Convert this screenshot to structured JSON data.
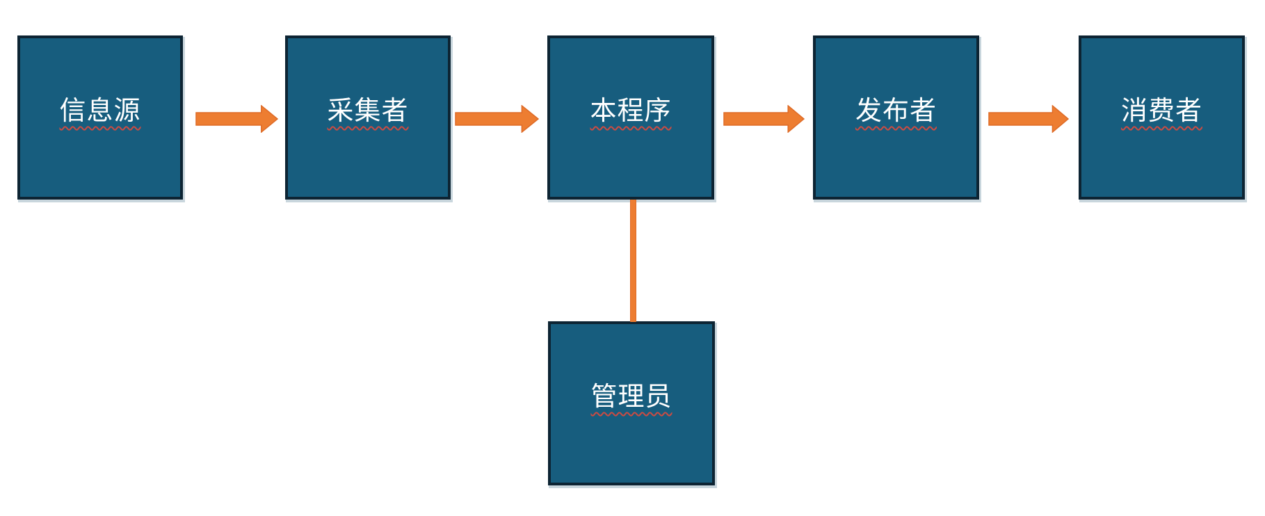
{
  "diagram": {
    "type": "flowchart",
    "colors": {
      "background": "#FFFFFF",
      "box_fill": "#175D7E",
      "box_border": "#0D2433",
      "box_shadow": "#C9D6DD",
      "arrow_fill": "#ED7D31",
      "arrow_stroke": "#DE6B27",
      "label_text": "#FFFFFF",
      "label_underline": "#CC4B42"
    },
    "nodes": [
      {
        "id": "info-source",
        "label": "信息源"
      },
      {
        "id": "collector",
        "label": "采集者"
      },
      {
        "id": "this-program",
        "label": "本程序"
      },
      {
        "id": "publisher",
        "label": "发布者"
      },
      {
        "id": "consumer",
        "label": "消费者"
      },
      {
        "id": "admin",
        "label": "管理员"
      }
    ],
    "edges": [
      {
        "from": "info-source",
        "to": "collector",
        "style": "arrow-right"
      },
      {
        "from": "collector",
        "to": "this-program",
        "style": "arrow-right"
      },
      {
        "from": "this-program",
        "to": "publisher",
        "style": "arrow-right"
      },
      {
        "from": "publisher",
        "to": "consumer",
        "style": "arrow-right"
      },
      {
        "from": "this-program",
        "to": "admin",
        "style": "vertical-line"
      }
    ]
  }
}
